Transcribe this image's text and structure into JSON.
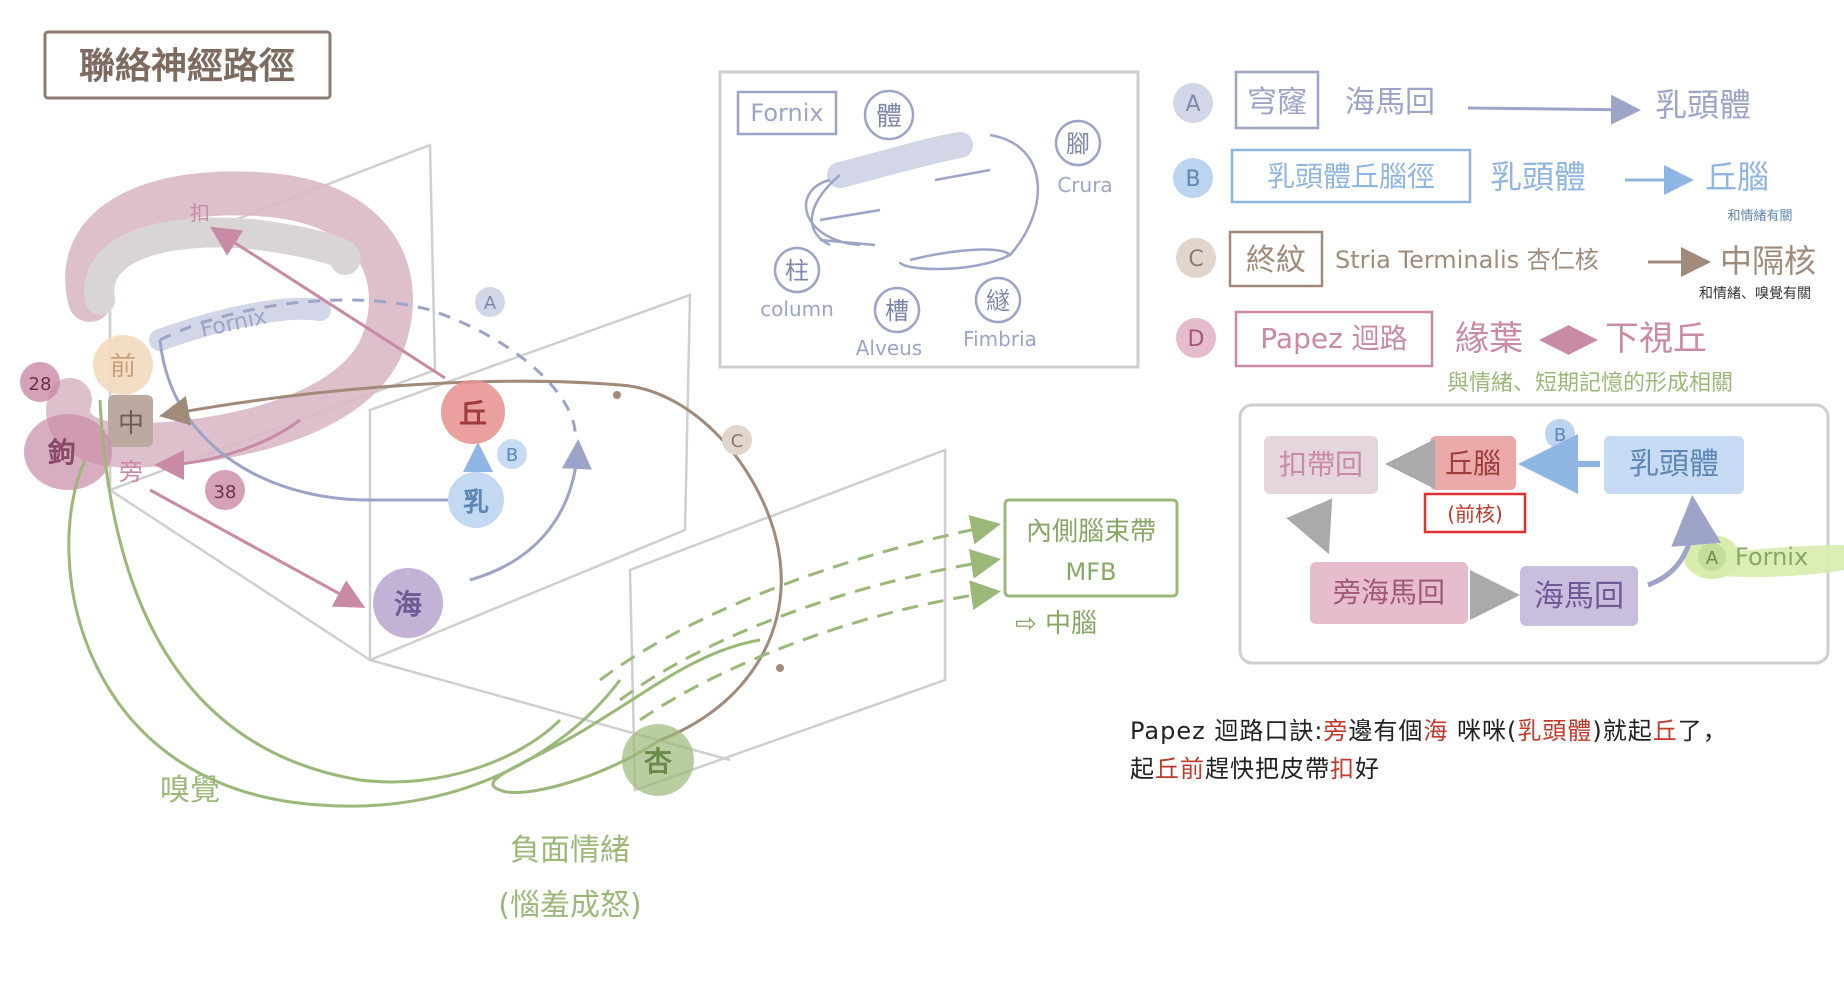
{
  "title": "聯絡神經路徑",
  "colors": {
    "outline": "#8c7b72",
    "fornix_bg": "#d7d9e6",
    "blue": "#a6c6ea",
    "brown": "#a08b7a",
    "pink": "#c98aa6",
    "green": "#9bb878",
    "red_box": "#e03030",
    "lavender": "#aeb3d0",
    "purple": "#b7a6cf"
  },
  "brain": {
    "gyrus_labels": {
      "kou": "扣",
      "qian": "前",
      "zhong": "中",
      "pang": "旁",
      "gou": "鉤",
      "n28": "28",
      "n38": "38"
    },
    "fornix_label": "Fornix",
    "nodes": {
      "qiu": "丘",
      "ru": "乳",
      "hai": "海",
      "xing": "杏"
    },
    "pathway_tags": {
      "A": "A",
      "B": "B",
      "C": "C"
    },
    "mfb": {
      "line1": "內側腦束帶",
      "line2": "MFB",
      "arrow_text": "⇨ 中腦"
    },
    "olfactory": "嗅覺",
    "negative_emotion": {
      "line1": "負面情緒",
      "line2": "(惱羞成怒)"
    }
  },
  "fornix_diagram": {
    "title": "Fornix",
    "parts": {
      "ti": "體",
      "jiao": "腳",
      "crura": "Crura",
      "zhu": "柱",
      "column": "column",
      "cao": "槽",
      "alveus": "Alveus",
      "xu": "繸",
      "fimbria": "Fimbria"
    }
  },
  "legend": [
    {
      "letter": "A",
      "name": "穹窿",
      "from": "海馬回",
      "to": "乳頭體",
      "note": ""
    },
    {
      "letter": "B",
      "name": "乳頭體丘腦徑",
      "from": "乳頭體",
      "to": "丘腦",
      "note": "和情緒有關"
    },
    {
      "letter": "C",
      "name": "終紋",
      "from": "Stria Terminalis 杏仁核",
      "to": "中隔核",
      "note": "和情緒、嗅覺有關"
    },
    {
      "letter": "D",
      "name": "Papez 迴路",
      "from": "緣葉",
      "to": "下視丘",
      "note": "與情緒、短期記憶的形成相關"
    }
  ],
  "papez_circuit": {
    "nodes": {
      "cingulate": "扣帶回",
      "thalamus": "丘腦",
      "anterior": "(前核)",
      "mammillary": "乳頭體",
      "parahippocampal": "旁海馬回",
      "hippocampus": "海馬回"
    },
    "tag_B": "B",
    "fornix_tag": {
      "letter": "A",
      "text": "Fornix"
    }
  },
  "mnemonic": {
    "l1_a": "Papez 迴路口訣:",
    "l1_b": "旁",
    "l1_c": "邊有個",
    "l1_d": "海",
    "l1_e": " 咪咪(",
    "l1_f": "乳頭體",
    "l1_g": ")就起",
    "l1_h": "丘",
    "l1_i": "了，",
    "l2_a": "起",
    "l2_b": "丘前",
    "l2_c": "趕快把皮帶",
    "l2_d": "扣",
    "l2_e": "好"
  }
}
